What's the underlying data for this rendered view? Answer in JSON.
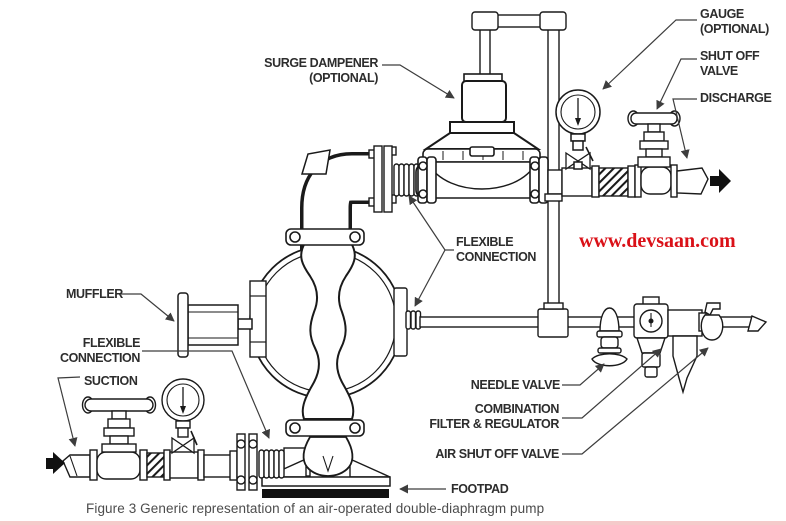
{
  "figure": {
    "caption": "Figure 3 Generic representation of an air-operated double-diaphragm pump",
    "watermark": "www.devsaan.com",
    "colors": {
      "line": "#1a1a1a",
      "label": "#2d2d2d",
      "leader": "#3d3d3d",
      "caption": "#4c4c4c",
      "watermark": "#da1118",
      "footpad": "#111111"
    }
  },
  "labels": {
    "surge_dampener": {
      "line1": "SURGE DAMPENER",
      "line2": "(OPTIONAL)"
    },
    "gauge": {
      "line1": "GAUGE",
      "line2": "(OPTIONAL)"
    },
    "shut_off_valve": {
      "line1": "SHUT OFF",
      "line2": "VALVE"
    },
    "discharge": {
      "text": "DISCHARGE"
    },
    "flexible_connection_right": {
      "line1": "FLEXIBLE",
      "line2": "CONNECTION"
    },
    "muffler": {
      "text": "MUFFLER"
    },
    "flexible_connection_left": {
      "line1": "FLEXIBLE",
      "line2": "CONNECTION"
    },
    "suction": {
      "text": "SUCTION"
    },
    "needle_valve": {
      "text": "NEEDLE VALVE"
    },
    "combination_filter_regulator": {
      "line1": "COMBINATION",
      "line2": "FILTER & REGULATOR"
    },
    "air_shut_off_valve": {
      "text": "AIR SHUT OFF VALVE"
    },
    "footpad": {
      "text": "FOOTPAD"
    }
  }
}
